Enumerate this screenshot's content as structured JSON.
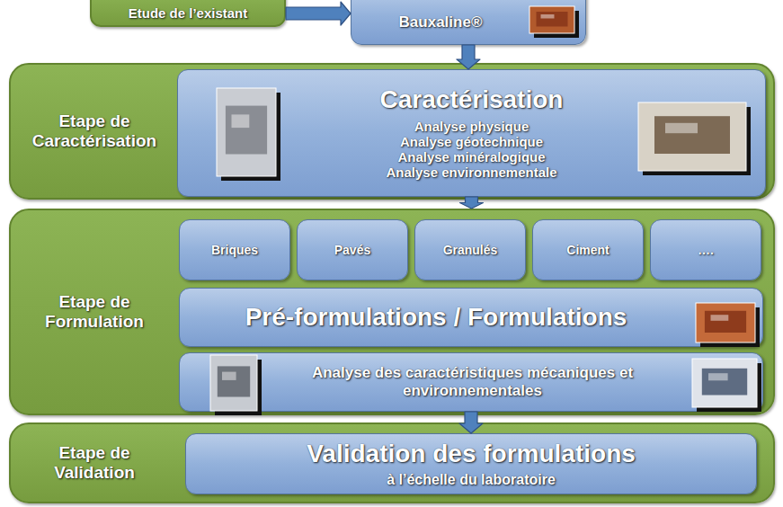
{
  "diagram": {
    "nodes": [
      {
        "text": [
          "Etude de l’existant"
        ]
      },
      {
        "text": [
          "Bauxaline®"
        ]
      },
      {
        "text": [
          "Etape de Caractérisation"
        ]
      },
      {
        "text": [
          "Caractérisation",
          "Analyse physique",
          "Analyse géotechnique",
          "Analyse minéralogique",
          "Analyse environnementale"
        ],
        "in": 2
      },
      {
        "text": [
          "Etape de Formulation"
        ]
      },
      {
        "text": [
          "Briques"
        ],
        "in": 4
      },
      {
        "text": [
          "Pavés"
        ],
        "in": 4
      },
      {
        "text": [
          "Granulés"
        ],
        "in": 4
      },
      {
        "text": [
          "Ciment"
        ],
        "in": 4
      },
      {
        "text": [
          "…."
        ],
        "in": 4
      },
      {
        "text": [
          "Pré-formulations  / Formulations"
        ],
        "in": 4
      },
      {
        "text": [
          "Analyse des caractéristiques mécaniques et environnementales"
        ],
        "in": 4
      },
      {
        "text": [
          "Etape de Validation"
        ]
      },
      {
        "text": [
          "Validation des formulations",
          "à l’échelle du laboratoire"
        ],
        "in": 12
      }
    ],
    "edges": [
      {
        "from": 0,
        "to": 1,
        "arrow": "to"
      },
      {
        "from": 1,
        "to": 3,
        "arrow": "to"
      },
      {
        "from": 3,
        "to": 4,
        "arrow": "to"
      },
      {
        "from": 11,
        "to": 13,
        "arrow": "to"
      }
    ]
  }
}
